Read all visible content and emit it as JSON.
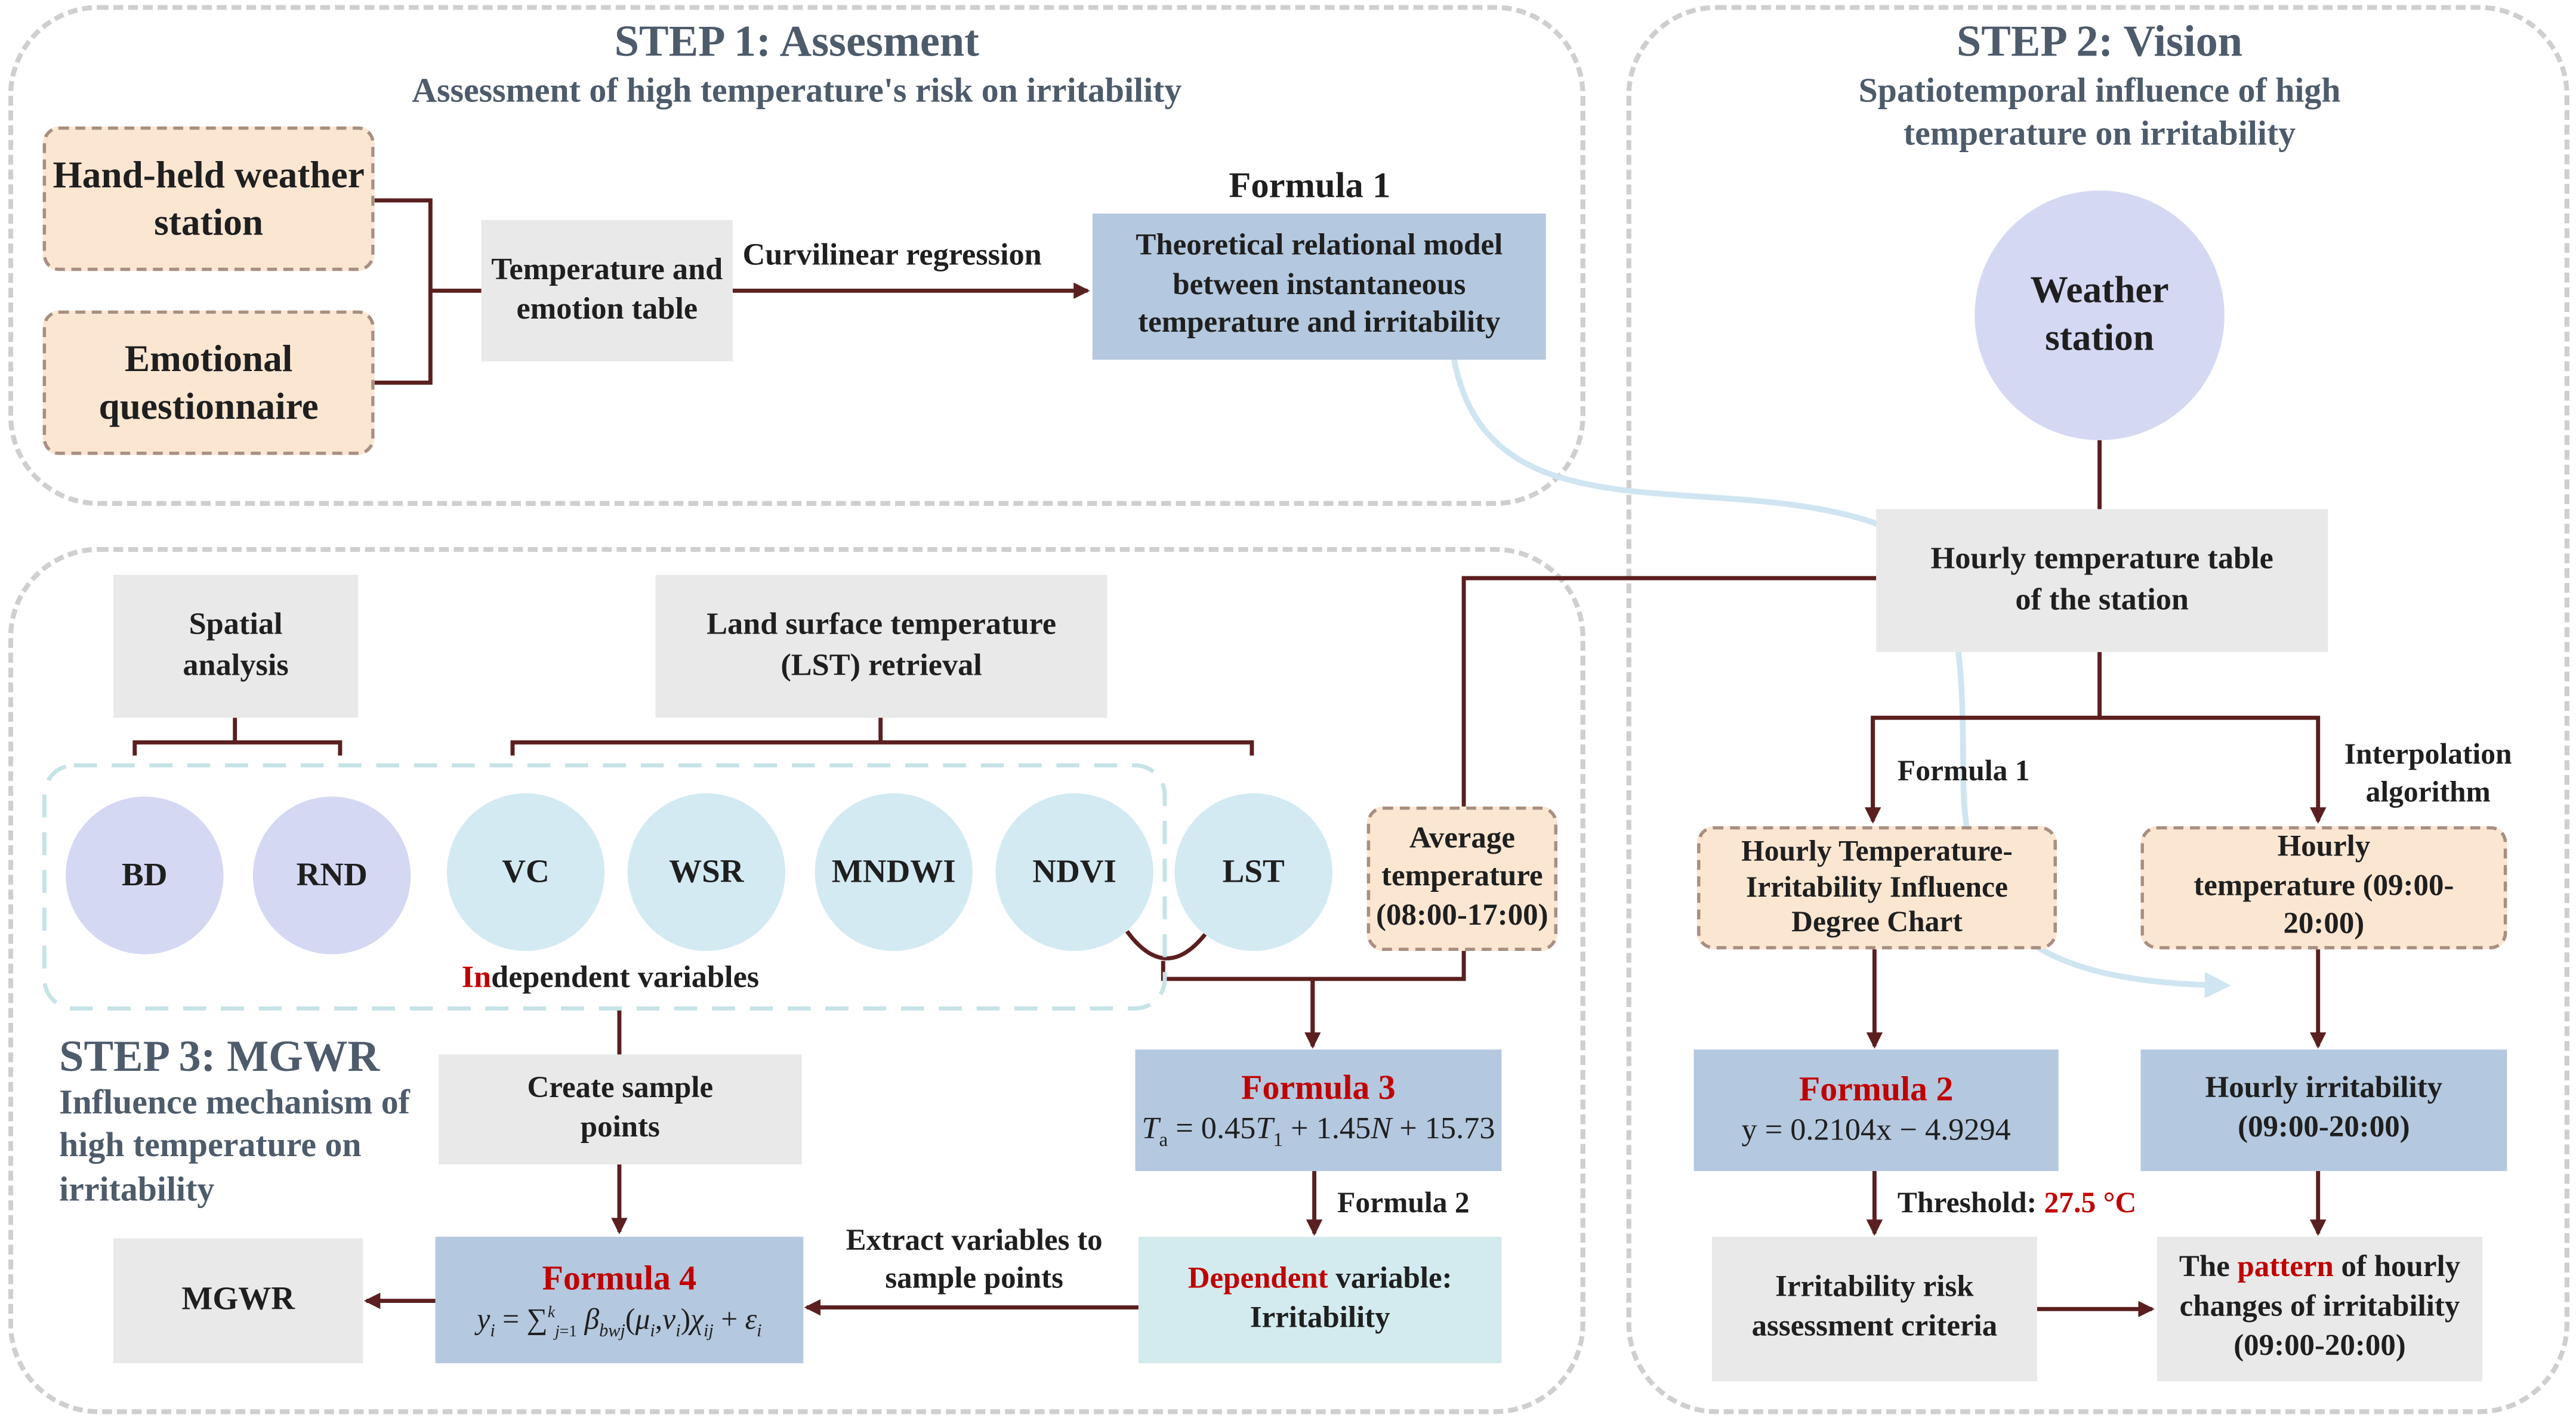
{
  "colors": {
    "arrow": "#5b1f1f",
    "title_text": "#4d5b6b",
    "highlight_red": "#c00000",
    "gray_box": "#e9e9e9",
    "blue_box": "#b4c8df",
    "peach_box": "#fbe6d2",
    "purple_circle": "#d4d8f3",
    "cyan_circle": "#d3eaf3",
    "light_connector": "#cfe5f1"
  },
  "step1": {
    "title": "STEP 1: Assesment",
    "subtitle": "Assessment of high temperature's risk on irritability",
    "handheld": "Hand-held weather station",
    "questionnaire": "Emotional questionnaire",
    "temp_emotion_table": "Temperature and emotion table",
    "curvilinear": "Curvilinear regression",
    "formula1_label": "Formula 1",
    "theoretical_model": "Theoretical relational model between instantaneous temperature and irritability"
  },
  "step2": {
    "title": "STEP 2: Vision",
    "subtitle": "Spatiotemporal influence of high temperature on irritability",
    "weather_station": "Weather station",
    "hourly_table": "Hourly temperature table of the station",
    "formula1_edge": "Formula 1",
    "interpolation": "Interpolation algorithm",
    "influence_chart": "Hourly Temperature-Irritability Influence Degree Chart",
    "hourly_temperature": "Hourly temperature (09:00-20:00)",
    "formula2_label": "Formula 2",
    "formula2_eq": "y = 0.2104x − 4.9294",
    "hourly_irritability": "Hourly irritability (09:00-20:00)",
    "threshold_label": "Threshold:",
    "threshold_value": "27.5 °C",
    "risk_criteria": "Irritability risk assessment criteria",
    "pattern_pre": "The ",
    "pattern_word": "pattern",
    "pattern_post": " of hourly changes of irritability (09:00-20:00)"
  },
  "step3": {
    "title": "STEP 3: MGWR",
    "subtitle": "Influence mechanism of high temperature on irritability",
    "spatial_analysis": "Spatial analysis",
    "lst_retrieval": "Land surface temperature (LST) retrieval",
    "circles": [
      "BD",
      "RND",
      "VC",
      "WSR",
      "MNDWI",
      "NDVI",
      "LST"
    ],
    "average_temperature": "Average temperature (08:00-17:00)",
    "independent_prefix": "In",
    "independent_rest": "dependent variables",
    "create_points": "Create sample points",
    "formula3_label": "Formula 3",
    "formula2_edge": "Formula 2",
    "dependent_word": "Dependent",
    "dependent_rest": " variable:",
    "irritability": "Irritability",
    "extract": "Extract variables to sample points",
    "formula4_label": "Formula 4",
    "mgwr": "MGWR"
  }
}
